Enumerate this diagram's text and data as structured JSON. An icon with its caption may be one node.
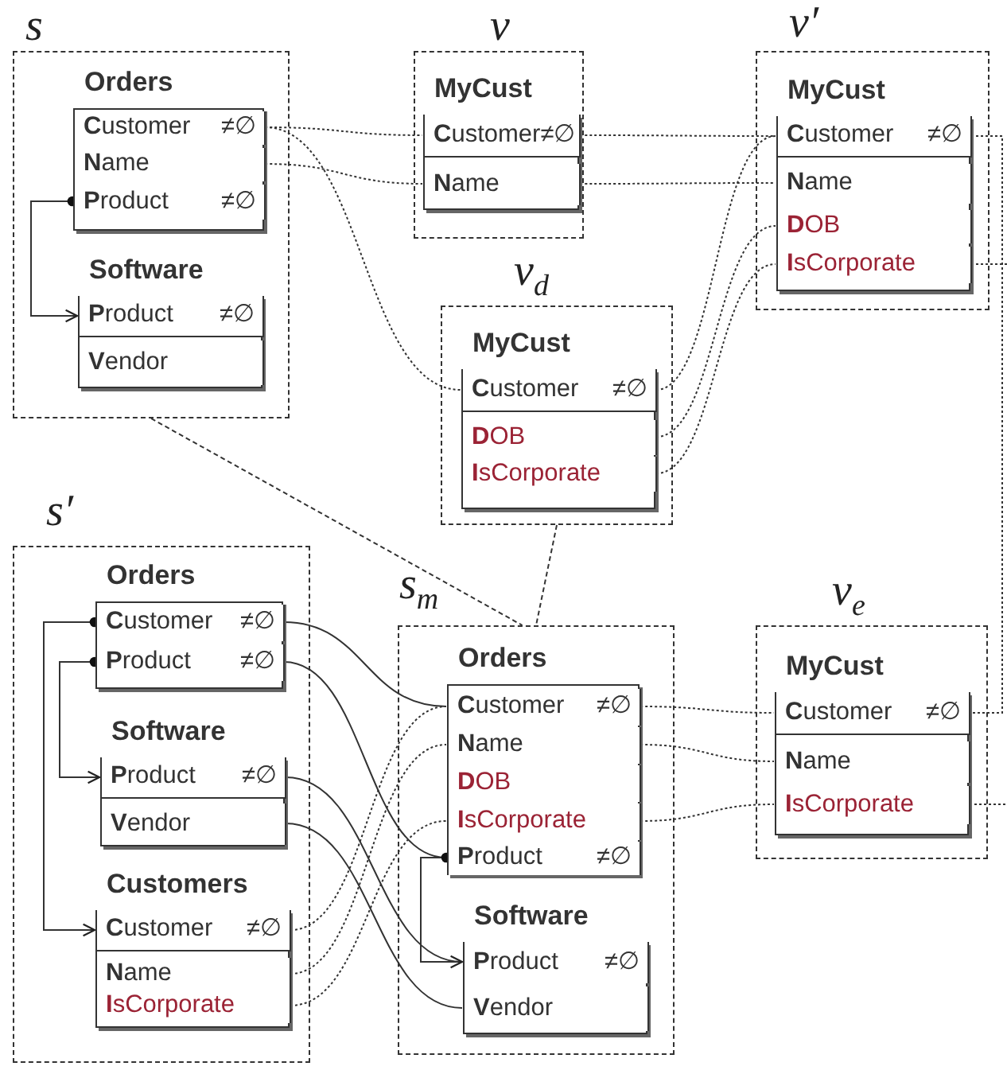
{
  "diagram": {
    "nodes": [
      {
        "text": [
          "s"
        ]
      },
      {
        "text": [
          "Orders"
        ],
        "in": 0
      },
      {
        "text": [
          "**C**ustomer",
          "≠∅"
        ],
        "in": 1
      },
      {
        "text": [
          "**N**ame"
        ],
        "in": 1
      },
      {
        "text": [
          "**P**roduct",
          "≠∅"
        ],
        "in": 1
      },
      {
        "text": [
          "Software"
        ],
        "in": 0
      },
      {
        "text": [
          "**P**roduct",
          "≠∅"
        ],
        "in": 5
      },
      {
        "text": [
          "**V**endor"
        ],
        "in": 5
      },
      {
        "text": [
          "v"
        ]
      },
      {
        "text": [
          "MyCust"
        ],
        "in": 8
      },
      {
        "text": [
          "**C**ustomer",
          "≠∅"
        ],
        "in": 9
      },
      {
        "text": [
          "**N**ame"
        ],
        "in": 9
      },
      {
        "text": [
          "v′"
        ]
      },
      {
        "text": [
          "MyCust"
        ],
        "in": 12
      },
      {
        "text": [
          "**C**ustomer",
          "≠∅"
        ],
        "in": 13
      },
      {
        "text": [
          "**N**ame"
        ],
        "in": 13
      },
      {
        "text": [
          "**D**OB"
        ],
        "in": 13
      },
      {
        "text": [
          "**I**sCorporate"
        ],
        "in": 13
      },
      {
        "text": [
          "v$_{d}$"
        ]
      },
      {
        "text": [
          "MyCust"
        ],
        "in": 18
      },
      {
        "text": [
          "**C**ustomer",
          "≠∅"
        ],
        "in": 19
      },
      {
        "text": [
          "**D**OB"
        ],
        "in": 19
      },
      {
        "text": [
          "**I**sCorporate"
        ],
        "in": 19
      },
      {
        "text": [
          "s′"
        ]
      },
      {
        "text": [
          "Orders"
        ],
        "in": 23
      },
      {
        "text": [
          "**C**ustomer",
          "≠∅"
        ],
        "in": 24
      },
      {
        "text": [
          "**P**roduct",
          "≠∅"
        ],
        "in": 24
      },
      {
        "text": [
          "Software"
        ],
        "in": 23
      },
      {
        "text": [
          "**P**roduct",
          "≠∅"
        ],
        "in": 27
      },
      {
        "text": [
          "**V**endor"
        ],
        "in": 27
      },
      {
        "text": [
          "Customers"
        ],
        "in": 23
      },
      {
        "text": [
          "**C**ustomer",
          "≠∅"
        ],
        "in": 30
      },
      {
        "text": [
          "**N**ame"
        ],
        "in": 30
      },
      {
        "text": [
          "**I**sCorporate"
        ],
        "in": 30
      },
      {
        "text": [
          "s$_{m}$"
        ]
      },
      {
        "text": [
          "Orders"
        ],
        "in": 34
      },
      {
        "text": [
          "**C**ustomer",
          "≠∅"
        ],
        "in": 35
      },
      {
        "text": [
          "**N**ame"
        ],
        "in": 35
      },
      {
        "text": [
          "**D**OB"
        ],
        "in": 35
      },
      {
        "text": [
          "**I**sCorporate"
        ],
        "in": 35
      },
      {
        "text": [
          "**P**roduct",
          "≠∅"
        ],
        "in": 35
      },
      {
        "text": [
          "Software"
        ],
        "in": 34
      },
      {
        "text": [
          "**P**roduct",
          "≠∅"
        ],
        "in": 41
      },
      {
        "text": [
          "**V**endor"
        ],
        "in": 41
      },
      {
        "text": [
          "v$_{e}$"
        ]
      },
      {
        "text": [
          "MyCust"
        ],
        "in": 44
      },
      {
        "text": [
          "**C**ustomer",
          "≠∅"
        ],
        "in": 45
      },
      {
        "text": [
          "**N**ame"
        ],
        "in": 45
      },
      {
        "text": [
          "**I**sCorporate"
        ],
        "in": 45
      }
    ],
    "edges": [
      {
        "from": 4,
        "to": 6,
        "arrow": "to"
      },
      {
        "from": 2,
        "to": 10,
        "arrow": "none",
        "style": "dashed"
      },
      {
        "from": 3,
        "to": 11,
        "arrow": "none",
        "style": "dashed"
      },
      {
        "from": 2,
        "to": 20,
        "arrow": "none",
        "style": "dashed"
      },
      {
        "from": 10,
        "to": 14,
        "arrow": "none",
        "style": "dashed"
      },
      {
        "from": 11,
        "to": 15,
        "arrow": "none",
        "style": "dashed"
      },
      {
        "from": 20,
        "to": 14,
        "arrow": "none",
        "style": "dashed"
      },
      {
        "from": 21,
        "to": 16,
        "arrow": "none",
        "style": "dashed"
      },
      {
        "from": 22,
        "to": 17,
        "arrow": "none",
        "style": "dashed"
      },
      {
        "from": 14,
        "to": 46,
        "arrow": "none",
        "style": "dashed"
      },
      {
        "from": 17,
        "to": null,
        "arrow": "none",
        "style": "dashed"
      },
      {
        "from": 0,
        "to": 34,
        "arrow": "none",
        "style": "dashed"
      },
      {
        "from": 18,
        "to": 34,
        "arrow": "none",
        "style": "dashed"
      },
      {
        "from": 25,
        "to": 31,
        "arrow": "to"
      },
      {
        "from": 26,
        "to": 28,
        "arrow": "to"
      },
      {
        "from": 25,
        "to": 36,
        "arrow": "none"
      },
      {
        "from": 26,
        "to": 40,
        "arrow": "none"
      },
      {
        "from": 28,
        "to": 42,
        "arrow": "none"
      },
      {
        "from": 29,
        "to": 43,
        "arrow": "none"
      },
      {
        "from": 31,
        "to": 36,
        "arrow": "none",
        "style": "dashed"
      },
      {
        "from": 32,
        "to": 37,
        "arrow": "none",
        "style": "dashed"
      },
      {
        "from": 33,
        "to": 39,
        "arrow": "none",
        "style": "dashed"
      },
      {
        "from": 40,
        "to": 42,
        "arrow": "to"
      },
      {
        "from": 36,
        "to": 46,
        "arrow": "none",
        "style": "dashed"
      },
      {
        "from": 37,
        "to": 47,
        "arrow": "none",
        "style": "dashed"
      },
      {
        "from": 39,
        "to": 48,
        "arrow": "none",
        "style": "dashed"
      },
      {
        "from": 48,
        "to": null,
        "arrow": "none",
        "style": "dashed"
      }
    ]
  }
}
